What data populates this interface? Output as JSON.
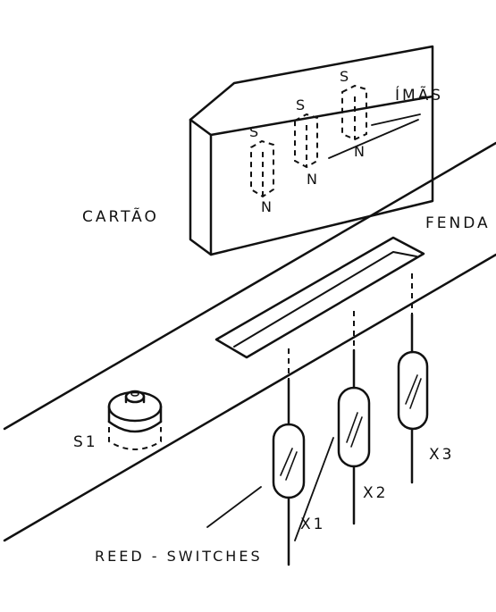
{
  "labels": {
    "card": "CARTÃO",
    "magnets": "ÍMÃS",
    "slot": "FENDA",
    "switch_s1": "S1",
    "reed_switches": "REED - SWITCHES",
    "x1": "X1",
    "x2": "X2",
    "x3": "X3",
    "pole_s": "S",
    "pole_n": "N"
  }
}
